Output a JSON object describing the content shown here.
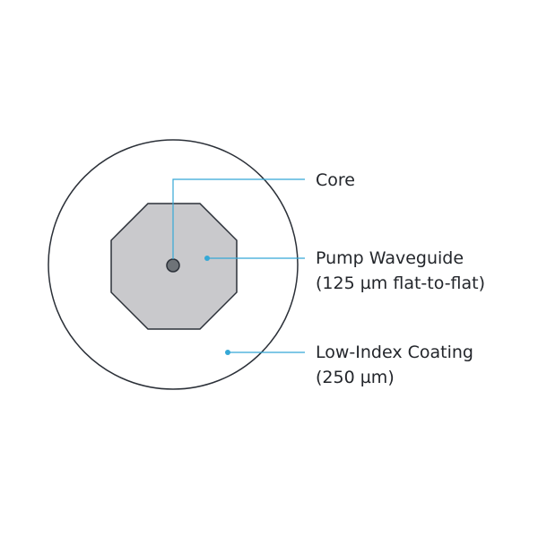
{
  "labels": {
    "core": "Core",
    "pump_waveguide": {
      "line1": "Pump Waveguide",
      "line2": "(125 µm flat-to-flat)"
    },
    "low_index_coating": {
      "line1": "Low-Index Coating",
      "line2": "(250 µm)"
    }
  },
  "colors": {
    "background": "#ffffff",
    "outline": "#2b3038",
    "octagon_fill": "#c9c9cc",
    "core_fill": "#6e7378",
    "leader_line": "#35a8d6",
    "text": "#23262b"
  }
}
